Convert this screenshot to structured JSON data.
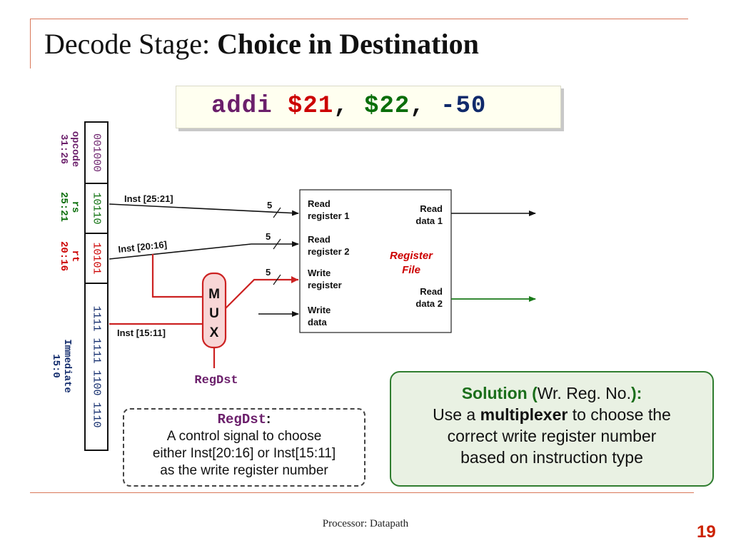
{
  "slide": {
    "title_normal": "Decode Stage: ",
    "title_bold": "Choice in Destination",
    "footer": "Processor: Datapath",
    "page_number": "19"
  },
  "instruction": {
    "op": "addi",
    "rs": "$21",
    "sep1": ",",
    "rt": "$22",
    "sep2": ",",
    "imm": "-50"
  },
  "instruction_fields": [
    {
      "bits": "001000",
      "name": "opcode",
      "range": "31:26",
      "color": "#6b1f6b"
    },
    {
      "bits": "10110",
      "name": "rs",
      "range": "25:21",
      "color": "#0a6e0a"
    },
    {
      "bits": "10101",
      "name": "rt",
      "range": "20:16",
      "color": "#cc0000"
    },
    {
      "bits": "1111 1111 1100 1110",
      "name": "Immediate",
      "range": "15:0",
      "color": "#102a6b"
    }
  ],
  "wires": {
    "inst_25_21": "Inst [25:21]",
    "inst_20_16": "Inst [20:16]",
    "inst_15_11": "Inst [15:11]",
    "width_1": "5",
    "width_2": "5",
    "width_3": "5"
  },
  "mux": {
    "m": "M",
    "u": "U",
    "x": "X",
    "control": "RegDst"
  },
  "register_file": {
    "read_register_1_a": "Read",
    "read_register_1_b": "register 1",
    "read_register_2_a": "Read",
    "read_register_2_b": "register 2",
    "write_register_a": "Write",
    "write_register_b": "register",
    "write_data_a": "Write",
    "write_data_b": "data",
    "read_data_1_a": "Read",
    "read_data_1_b": "data 1",
    "read_data_2_a": "Read",
    "read_data_2_b": "data 2",
    "name_a": "Register",
    "name_b": "File"
  },
  "note": {
    "term": "RegDst",
    "colon": ":",
    "line1": "A control signal to choose",
    "line2": "either Inst[20:16] or Inst[15:11]",
    "line3": "as the write register number"
  },
  "solution": {
    "title_a": "Solution (",
    "title_b": "Wr. Reg. No.",
    "title_c": "):",
    "line1_a": "Use a ",
    "line1_b": "multiplexer",
    "line1_c": " to choose the",
    "line2": "correct write register number",
    "line3": "based on instruction type"
  },
  "colors": {
    "accent_line": "#d9785a",
    "red_wire": "#cc2222",
    "green_wire": "#1a7a1a",
    "solution_border": "#2f7d2f",
    "solution_bg": "#e9f1e3",
    "mux_fill": "#f8d6d6"
  }
}
